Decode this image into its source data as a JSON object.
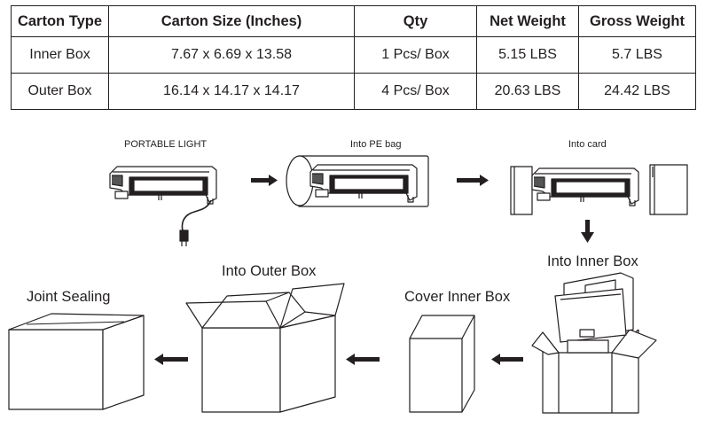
{
  "table": {
    "headers": [
      "Carton Type",
      "Carton Size (Inches)",
      "Qty",
      "Net Weight",
      "Gross Weight"
    ],
    "rows": [
      [
        "Inner Box",
        "7.67 x 6.69 x 13.58",
        "1 Pcs/ Box",
        "5.15 LBS",
        "5.7 LBS"
      ],
      [
        "Outer Box",
        "16.14 x 14.17 x 14.17",
        "4 Pcs/ Box",
        "20.63 LBS",
        "24.42 LBS"
      ]
    ]
  },
  "steps": {
    "portable_light": "PORTABLE LIGHT",
    "into_pe_bag": "Into PE bag",
    "into_card": "Into card",
    "into_inner_box": "Into Inner Box",
    "cover_inner_box": "Cover Inner Box",
    "into_outer_box": "Into Outer Box",
    "joint_sealing": "Joint Sealing"
  }
}
